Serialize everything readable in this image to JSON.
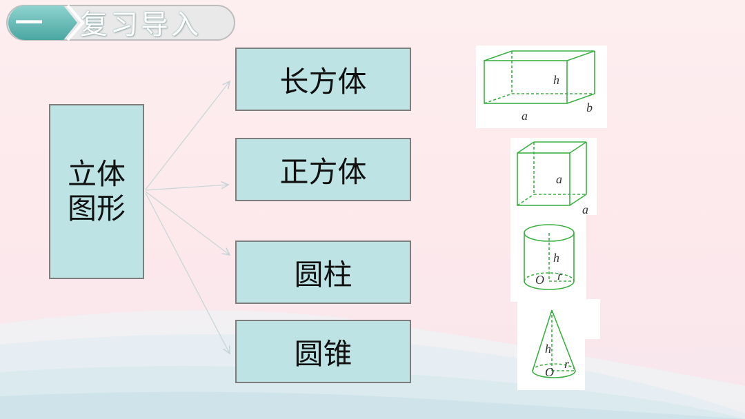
{
  "header": {
    "number": "一",
    "title": "复习导入"
  },
  "center": {
    "line1": "立体",
    "line2": "图形"
  },
  "shapes": [
    {
      "label": "长方体",
      "figure_labels": [
        "h",
        "a",
        "b"
      ]
    },
    {
      "label": "正方体",
      "figure_labels": [
        "a",
        "a"
      ]
    },
    {
      "label": "圆柱",
      "figure_labels": [
        "h",
        "r",
        "O"
      ]
    },
    {
      "label": "圆锥",
      "figure_labels": [
        "h",
        "r",
        "O"
      ]
    }
  ],
  "colors": {
    "box_fill": "#bde3e4",
    "box_border": "#7d7d7d",
    "figure_stroke": "#3cb043",
    "header_fill": "#5fb8b4"
  }
}
